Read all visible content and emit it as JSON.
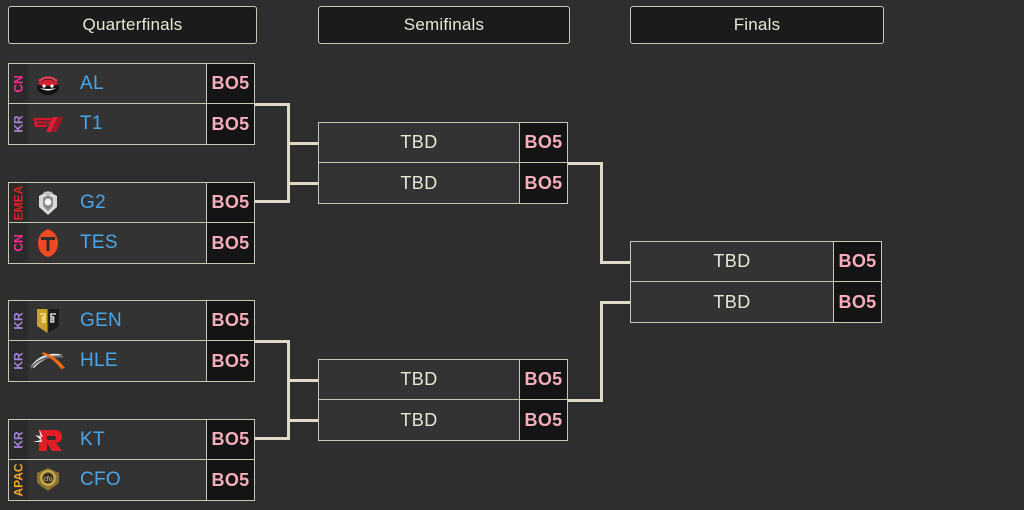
{
  "page": {
    "background": "#2e2e2e",
    "line_color": "#ded9c8",
    "team_name_color": "#49a7e9",
    "tbd_color": "#e9e7d6",
    "bo_text_color": "#f6aebc",
    "bo_bg_color": "#141414"
  },
  "rounds": [
    {
      "label": "Quarterfinals"
    },
    {
      "label": "Semifinals"
    },
    {
      "label": "Finals"
    }
  ],
  "region_colors": {
    "CN": "#ff2d94",
    "KR": "#a882d8",
    "EMEA": "#e62020",
    "APAC": "#f0a81e"
  },
  "quarterfinals": [
    {
      "match_id": "qf1",
      "teams": [
        {
          "region": "CN",
          "name": "AL",
          "logo": "al-logo",
          "format": "BO5"
        },
        {
          "region": "KR",
          "name": "T1",
          "logo": "t1-logo",
          "format": "BO5"
        }
      ]
    },
    {
      "match_id": "qf2",
      "teams": [
        {
          "region": "EMEA",
          "name": "G2",
          "logo": "g2-logo",
          "format": "BO5"
        },
        {
          "region": "CN",
          "name": "TES",
          "logo": "tes-logo",
          "format": "BO5"
        }
      ]
    },
    {
      "match_id": "qf3",
      "teams": [
        {
          "region": "KR",
          "name": "GEN",
          "logo": "gen-logo",
          "format": "BO5"
        },
        {
          "region": "KR",
          "name": "HLE",
          "logo": "hle-logo",
          "format": "BO5"
        }
      ]
    },
    {
      "match_id": "qf4",
      "teams": [
        {
          "region": "KR",
          "name": "KT",
          "logo": "kt-logo",
          "format": "BO5"
        },
        {
          "region": "APAC",
          "name": "CFO",
          "logo": "cfo-logo",
          "format": "BO5"
        }
      ]
    }
  ],
  "semifinals": [
    {
      "match_id": "sf1",
      "teams": [
        {
          "name": "TBD",
          "format": "BO5"
        },
        {
          "name": "TBD",
          "format": "BO5"
        }
      ]
    },
    {
      "match_id": "sf2",
      "teams": [
        {
          "name": "TBD",
          "format": "BO5"
        },
        {
          "name": "TBD",
          "format": "BO5"
        }
      ]
    }
  ],
  "finals": [
    {
      "match_id": "f1",
      "teams": [
        {
          "name": "TBD",
          "format": "BO5"
        },
        {
          "name": "TBD",
          "format": "BO5"
        }
      ]
    }
  ]
}
